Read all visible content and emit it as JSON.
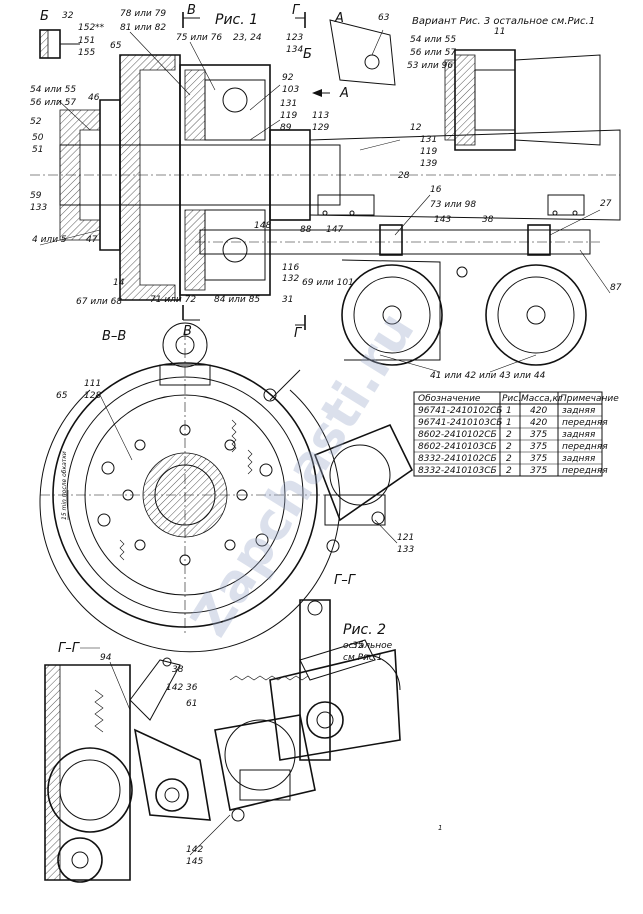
{
  "figures": {
    "fig1": "Рис. 1",
    "fig2": "Рис. 2",
    "fig2_note_1": "остальное",
    "fig2_note_2": "см.Рис.1",
    "variant_note": "Вариант Рис. 3 остальное см.Рис.1"
  },
  "sections": {
    "B_top": "Б",
    "V_top": "В",
    "G_top": "Г",
    "A_top": "А",
    "A_view": "А",
    "B_view": "Б",
    "V_bottom": "В",
    "G_bottom": "Г",
    "VV": "В–В",
    "GG_1": "Г–Г",
    "GG_2": "Г–Г"
  },
  "callouts": {
    "c32": "32",
    "c152": "152**",
    "c151": "151",
    "c155": "155",
    "c78": "78 или 79",
    "c81": "81 или 82",
    "c65a": "65",
    "c75": "75 или 76",
    "c2324": "23, 24",
    "c123": "123",
    "c134": "134",
    "c92": "92",
    "c103": "103",
    "c131a": "131",
    "c119a": "119",
    "c89": "89",
    "c113": "113",
    "c129": "129",
    "c54a": "54 или 55",
    "c56a": "56 или 57",
    "c46": "46",
    "c52": "52",
    "c50": "50",
    "c51": "51",
    "c59": "59",
    "c133a": "133",
    "c4": "4 или 5",
    "c47": "47",
    "c14": "14",
    "c67": "67 или 68",
    "c71": "71 или 72",
    "c84": "84 или 85",
    "c31": "31",
    "c116": "116",
    "c132": "132",
    "c69": "69 или 101",
    "c148": "148",
    "c147": "147",
    "c88": "88",
    "c12": "12",
    "c131b": "131",
    "c119b": "119",
    "c139": "139",
    "c28": "28",
    "c16": "16",
    "c73": "73 или 98",
    "c143": "143",
    "c38a": "38",
    "c27": "27",
    "c87": "87",
    "c63": "63",
    "c54b": "54 или 55",
    "c11": "11",
    "c56b": "56 или 57",
    "c53": "53 или 96",
    "c41": "41 или 42 или 43 или 44",
    "c111": "111",
    "c128": "128",
    "c65b": "65",
    "c121": "121",
    "c133b": "133",
    "c35": "35",
    "c94": "94",
    "c38b": "38",
    "c142a": "142",
    "c36": "36",
    "c61": "61",
    "c142b": "142",
    "c145": "145",
    "side_note": "15 min после обкатки"
  },
  "table": {
    "headers": [
      "Обозначение",
      "Рис.",
      "Масса,кг",
      "Примечание"
    ],
    "rows": [
      [
        "96741-2410102СБ",
        "1",
        "420",
        "задняя"
      ],
      [
        "96741-2410103СБ",
        "1",
        "420",
        "передняя"
      ],
      [
        "8602-2410102СБ",
        "2",
        "375",
        "задняя"
      ],
      [
        "8602-2410103СБ",
        "2",
        "375",
        "передняя"
      ],
      [
        "8332-2410102СБ",
        "2",
        "375",
        "задняя"
      ],
      [
        "8332-2410103СБ",
        "2",
        "375",
        "передняя"
      ]
    ]
  },
  "watermark": "Zapchasti.ru",
  "page_mark": "1"
}
